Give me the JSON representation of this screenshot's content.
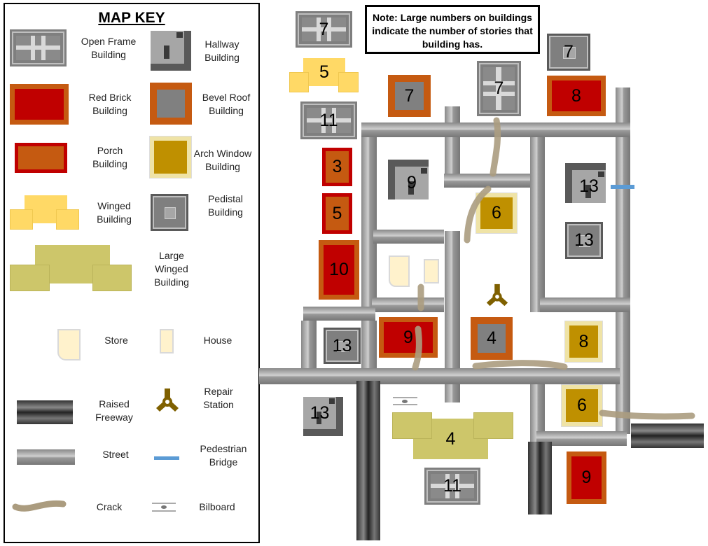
{
  "legend": {
    "title": "MAP KEY",
    "items": [
      {
        "label": "Open Frame Building"
      },
      {
        "label": "Hallway Building"
      },
      {
        "label": "Red Brick Building"
      },
      {
        "label": "Bevel Roof Building"
      },
      {
        "label": "Porch Building"
      },
      {
        "label": "Arch Window Building"
      },
      {
        "label": "Winged Building"
      },
      {
        "label": "Pedistal Building"
      },
      {
        "label": "Large Winged Building"
      },
      {
        "label": "Store"
      },
      {
        "label": "House"
      },
      {
        "label": "Raised Freeway"
      },
      {
        "label": "Repair Station"
      },
      {
        "label": "Street"
      },
      {
        "label": "Pedestrian Bridge"
      },
      {
        "label": "Crack"
      },
      {
        "label": "Bilboard"
      }
    ]
  },
  "note": "Note: Large numbers on buildings indicate the number of stories that building has.",
  "buildings": [
    {
      "type": "Open Frame",
      "stories": "7"
    },
    {
      "type": "Winged",
      "stories": "5"
    },
    {
      "type": "Open Frame",
      "stories": "11"
    },
    {
      "type": "Porch",
      "stories": "3"
    },
    {
      "type": "Porch",
      "stories": "5"
    },
    {
      "type": "Red Brick",
      "stories": "10"
    },
    {
      "type": "Bevel Roof",
      "stories": "7"
    },
    {
      "type": "Open Frame",
      "stories": "7"
    },
    {
      "type": "Pedistal",
      "stories": "7"
    },
    {
      "type": "Red Brick",
      "stories": "8"
    },
    {
      "type": "Hallway",
      "stories": "9"
    },
    {
      "type": "Arch Window",
      "stories": "6"
    },
    {
      "type": "Hallway",
      "stories": "13"
    },
    {
      "type": "Pedistal",
      "stories": "13"
    },
    {
      "type": "Red Brick",
      "stories": "9"
    },
    {
      "type": "Bevel Roof",
      "stories": "4"
    },
    {
      "type": "Arch Window",
      "stories": "8"
    },
    {
      "type": "Pedistal",
      "stories": "13"
    },
    {
      "type": "Hallway",
      "stories": "13"
    },
    {
      "type": "Large Winged",
      "stories": "4"
    },
    {
      "type": "Open Frame",
      "stories": "11"
    },
    {
      "type": "Arch Window",
      "stories": "6"
    },
    {
      "type": "Red Brick",
      "stories": "9"
    }
  ],
  "colors": {
    "red": "#c00000",
    "orange": "#c55a11",
    "gold": "#bf9000",
    "yellow": "#ffd966",
    "olive": "#cdc66a",
    "crack": "#ab9c7f",
    "bridge": "#5b9bd5"
  }
}
